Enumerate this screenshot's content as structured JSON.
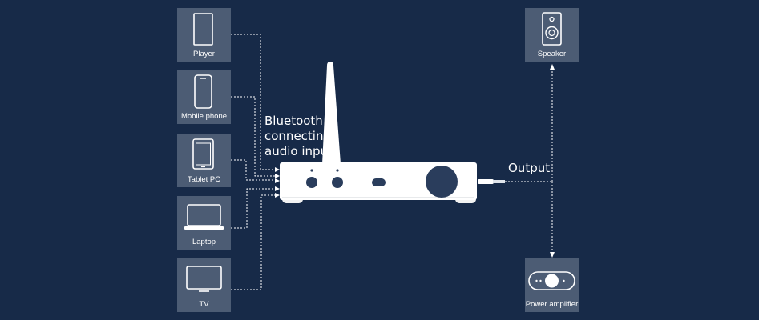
{
  "sources": [
    {
      "key": "player",
      "label": "Player",
      "icon": "player-icon"
    },
    {
      "key": "mobile-phone",
      "label": "Mobile phone",
      "icon": "mobile-phone-icon"
    },
    {
      "key": "tablet-pc",
      "label": "Tablet PC",
      "icon": "tablet-icon"
    },
    {
      "key": "laptop",
      "label": "Laptop",
      "icon": "laptop-icon"
    },
    {
      "key": "tv",
      "label": "TV",
      "icon": "tv-icon"
    }
  ],
  "outputs": [
    {
      "key": "speaker",
      "label": "Speaker",
      "icon": "speaker-icon"
    },
    {
      "key": "power-amplifier",
      "label": "Power amplifier",
      "icon": "power-amplifier-icon"
    }
  ],
  "input_label": [
    "Bluetooth",
    "connecting,",
    "audio input"
  ],
  "output_label": "Output",
  "colors": {
    "background": "#172a48",
    "card": "#4c5c74",
    "line": "#ffffff"
  }
}
